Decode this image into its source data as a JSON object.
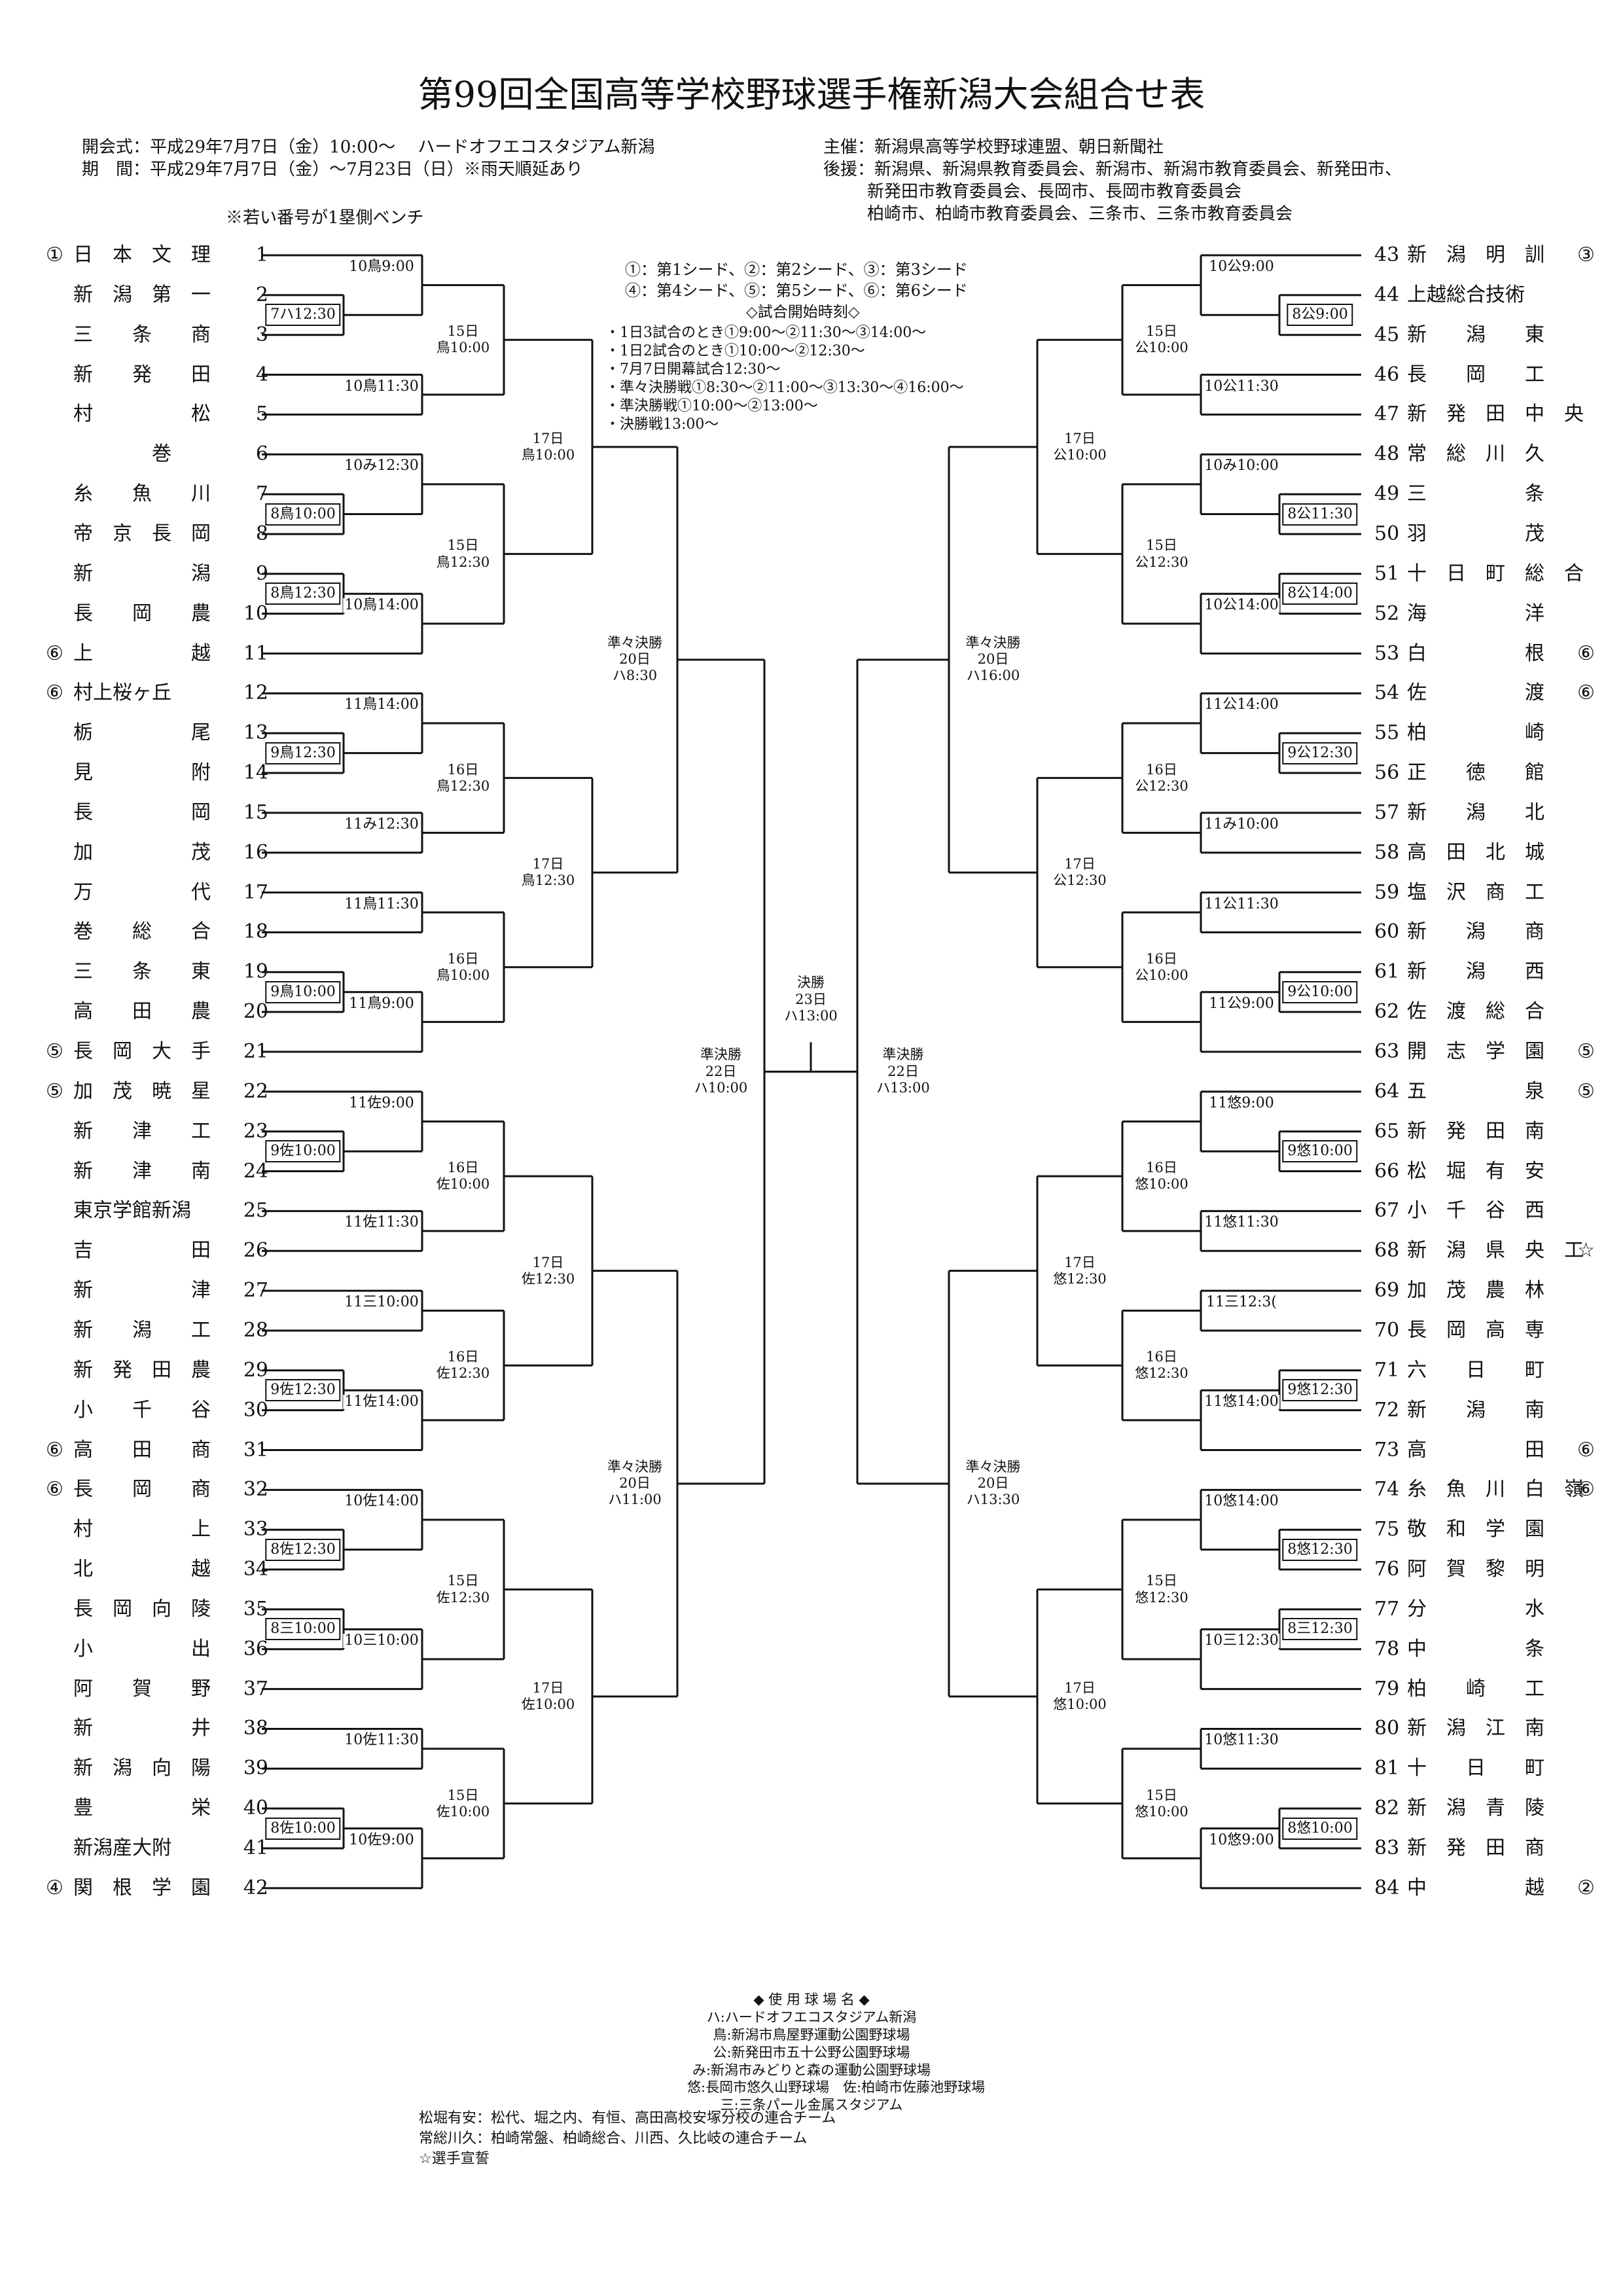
{
  "title": "第99回全国高等学校野球選手権新潟大会組合せ表",
  "header": {
    "opening": "開会式：平成29年7月7日（金）10:00～　 ハードオフエコスタジアム新潟",
    "period": "期　間：平成29年7月7日（金）～7月23日（日）※雨天順延あり",
    "bench_note": "※若い番号が1塁側ベンチ",
    "organizer": "主催：新潟県高等学校野球連盟、朝日新聞社",
    "supporters": [
      "後援：新潟県、新潟県教育委員会、新潟市、新潟市教育委員会、新発田市、",
      "新発田市教育委員会、長岡市、長岡市教育委員会",
      "柏崎市、柏崎市教育委員会、三条市、三条市教育委員会"
    ]
  },
  "seed_notes": [
    "①：第1シード、②：第2シード、③：第3シード",
    "④：第4シード、⑤：第5シード、⑥：第6シード",
    "◇試合開始時刻◇",
    "・1日3試合のとき①9:00～②11:30～③14:00～",
    "・1日2試合のとき①10:00～②12:30～",
    "・7月7日開幕試合12:30～",
    "・準々決勝戦①8:30～②11:00～③13:30～④16:00～",
    "・準決勝戦①10:00～②13:00～",
    "・決勝戦13:00～"
  ],
  "left_teams": [
    {
      "no": "1",
      "seed": "①",
      "name": "日　本　文　理"
    },
    {
      "no": "2",
      "name": "新　潟　第　一"
    },
    {
      "no": "3",
      "name": "三　　条　　商"
    },
    {
      "no": "4",
      "name": "新　　発　　田"
    },
    {
      "no": "5",
      "name": "村　　　　　松"
    },
    {
      "no": "6",
      "name": "　　　　巻"
    },
    {
      "no": "7",
      "name": "糸　　魚　　川"
    },
    {
      "no": "8",
      "name": "帝　京　長　岡"
    },
    {
      "no": "9",
      "name": "新　　　　　潟"
    },
    {
      "no": "10",
      "name": "長　　岡　　農"
    },
    {
      "no": "11",
      "seed": "⑥",
      "name": "上　　　　　越"
    },
    {
      "no": "12",
      "seed": "⑥",
      "name": "村上桜ヶ丘"
    },
    {
      "no": "13",
      "name": "栃　　　　　尾"
    },
    {
      "no": "14",
      "name": "見　　　　　附"
    },
    {
      "no": "15",
      "name": "長　　　　　岡"
    },
    {
      "no": "16",
      "name": "加　　　　　茂"
    },
    {
      "no": "17",
      "name": "万　　　　　代"
    },
    {
      "no": "18",
      "name": "巻　　総　　合"
    },
    {
      "no": "19",
      "name": "三　　条　　東"
    },
    {
      "no": "20",
      "name": "高　　田　　農"
    },
    {
      "no": "21",
      "seed": "⑤",
      "name": "長　岡　大　手"
    },
    {
      "no": "22",
      "seed": "⑤",
      "name": "加　茂　暁　星"
    },
    {
      "no": "23",
      "name": "新　　津　　工"
    },
    {
      "no": "24",
      "name": "新　　津　　南"
    },
    {
      "no": "25",
      "name": "東京学館新潟"
    },
    {
      "no": "26",
      "name": "吉　　　　　田"
    },
    {
      "no": "27",
      "name": "新　　　　　津"
    },
    {
      "no": "28",
      "name": "新　　潟　　工"
    },
    {
      "no": "29",
      "name": "新　発　田　農"
    },
    {
      "no": "30",
      "name": "小　　千　　谷"
    },
    {
      "no": "31",
      "seed": "⑥",
      "name": "高　　田　　商"
    },
    {
      "no": "32",
      "seed": "⑥",
      "name": "長　　岡　　商"
    },
    {
      "no": "33",
      "name": "村　　　　　上"
    },
    {
      "no": "34",
      "name": "北　　　　　越"
    },
    {
      "no": "35",
      "name": "長　岡　向　陵"
    },
    {
      "no": "36",
      "name": "小　　　　　出"
    },
    {
      "no": "37",
      "name": "阿　　賀　　野"
    },
    {
      "no": "38",
      "name": "新　　　　　井"
    },
    {
      "no": "39",
      "name": "新　潟　向　陽"
    },
    {
      "no": "40",
      "name": "豊　　　　　栄"
    },
    {
      "no": "41",
      "name": "新潟産大附"
    },
    {
      "no": "42",
      "seed": "④",
      "name": "関　根　学　園"
    }
  ],
  "right_teams": [
    {
      "no": "43",
      "seed": "③",
      "name": "新　潟　明　訓"
    },
    {
      "no": "44",
      "name": "上越総合技術"
    },
    {
      "no": "45",
      "name": "新　　潟　　東"
    },
    {
      "no": "46",
      "name": "長　　岡　　工"
    },
    {
      "no": "47",
      "name": "新　発　田　中　央"
    },
    {
      "no": "48",
      "name": "常　総　川　久"
    },
    {
      "no": "49",
      "name": "三　　　　　条"
    },
    {
      "no": "50",
      "name": "羽　　　　　茂"
    },
    {
      "no": "51",
      "name": "十　日　町　総　合"
    },
    {
      "no": "52",
      "name": "海　　　　　洋"
    },
    {
      "no": "53",
      "seed": "⑥",
      "name": "白　　　　　根"
    },
    {
      "no": "54",
      "seed": "⑥",
      "name": "佐　　　　　渡"
    },
    {
      "no": "55",
      "name": "柏　　　　　崎"
    },
    {
      "no": "56",
      "name": "正　　徳　　館"
    },
    {
      "no": "57",
      "name": "新　　潟　　北"
    },
    {
      "no": "58",
      "name": "高　田　北　城"
    },
    {
      "no": "59",
      "name": "塩　沢　商　工"
    },
    {
      "no": "60",
      "name": "新　　潟　　商"
    },
    {
      "no": "61",
      "name": "新　　潟　　西"
    },
    {
      "no": "62",
      "name": "佐　渡　総　合"
    },
    {
      "no": "63",
      "seed": "⑤",
      "name": "開　志　学　園"
    },
    {
      "no": "64",
      "seed": "⑤",
      "name": "五　　　　　泉"
    },
    {
      "no": "65",
      "name": "新　発　田　南"
    },
    {
      "no": "66",
      "name": "松　堀　有　安"
    },
    {
      "no": "67",
      "name": "小　千　谷　西"
    },
    {
      "no": "68",
      "seed": "☆",
      "name": "新　潟　県　央　工"
    },
    {
      "no": "69",
      "name": "加　茂　農　林"
    },
    {
      "no": "70",
      "name": "長　岡　高　専"
    },
    {
      "no": "71",
      "name": "六　　日　　町"
    },
    {
      "no": "72",
      "name": "新　　潟　　南"
    },
    {
      "no": "73",
      "seed": "⑥",
      "name": "高　　　　　田"
    },
    {
      "no": "74",
      "seed": "⑥",
      "name": "糸　魚　川　白　嶺"
    },
    {
      "no": "75",
      "name": "敬　和　学　園"
    },
    {
      "no": "76",
      "name": "阿　賀　黎　明"
    },
    {
      "no": "77",
      "name": "分　　　　　水"
    },
    {
      "no": "78",
      "name": "中　　　　　条"
    },
    {
      "no": "79",
      "name": "柏　　崎　　工"
    },
    {
      "no": "80",
      "name": "新　潟　江　南"
    },
    {
      "no": "81",
      "name": "十　　日　　町"
    },
    {
      "no": "82",
      "name": "新　潟　青　陵"
    },
    {
      "no": "83",
      "name": "新　発　田　商"
    },
    {
      "no": "84",
      "seed": "②",
      "name": "中　　　　　越"
    }
  ],
  "left_r1": [
    "10鳥9:00",
    "10鳥11:30",
    "10み12:30",
    "10鳥14:00",
    "11鳥14:00",
    "11み12:30",
    "11鳥11:30",
    "11鳥9:00",
    "11佐9:00",
    "11佐11:30",
    "11三10:00",
    "11佐14:00",
    "10佐14:00",
    "10三10:00",
    "10佐11:30",
    "10佐9:00"
  ],
  "left_pre": [
    "7ハ12:30",
    "8鳥10:00",
    "8鳥12:30",
    "9鳥12:30",
    "9鳥10:00",
    "9佐10:00",
    "9佐12:30",
    "8佐12:30",
    "8三10:00",
    "8佐10:00"
  ],
  "left_r2": [
    "15日\n鳥10:00",
    "15日\n鳥12:30",
    "16日\n鳥12:30",
    "16日\n鳥10:00",
    "16日\n佐10:00",
    "16日\n佐12:30",
    "15日\n佐12:30",
    "15日\n佐10:00"
  ],
  "left_r3": [
    "17日\n鳥10:00",
    "17日\n鳥12:30",
    "17日\n佐12:30",
    "17日\n佐10:00"
  ],
  "left_qf": [
    "準々決勝\n20日\nハ8:30",
    "準々決勝\n20日\nハ11:00"
  ],
  "left_sf": "準決勝\n22日\nハ10:00",
  "final": "決勝\n23日\nハ13:00",
  "right_sf": "準決勝\n22日\nハ13:00",
  "right_qf": [
    "準々決勝\n20日\nハ16:00",
    "準々決勝\n20日\nハ13:30"
  ],
  "right_r3": [
    "17日\n公10:00",
    "17日\n公12:30",
    "17日\n悠12:30",
    "17日\n悠10:00"
  ],
  "right_r2": [
    "15日\n公10:00",
    "15日\n公12:30",
    "16日\n公12:30",
    "16日\n公10:00",
    "16日\n悠10:00",
    "16日\n悠12:30",
    "15日\n悠12:30",
    "15日\n悠10:00"
  ],
  "right_r1": [
    "10公9:00",
    "10公11:30",
    "10み10:00",
    "10公14:00",
    "11公14:00",
    "11み10:00",
    "11公11:30",
    "11公9:00",
    "11悠9:00",
    "11悠11:30",
    "11三12:3(",
    "11悠14:00",
    "10悠14:00",
    "10三12:30",
    "10悠11:30",
    "10悠9:00"
  ],
  "right_pre": [
    "8公9:00",
    "8公11:30",
    "8公14:00",
    "9公12:30",
    "9公10:00",
    "9悠10:00",
    "9悠12:30",
    "8悠12:30",
    "8三12:30",
    "8悠10:00"
  ],
  "venues": "◆ 使 用 球 場 名 ◆\nハ:ハードオフエコスタジアム新潟\n鳥:新潟市鳥屋野運動公園野球場\n公:新発田市五十公野公園野球場\nみ:新潟市みどりと森の運動公園野球場\n悠:長岡市悠久山野球場　佐:柏崎市佐藤池野球場\n三:三条パール金属スタジアム",
  "footnotes": "松堀有安：松代、堀之内、有恒、高田高校安塚分校の連合チーム\n常総川久：柏崎常盤、柏崎総合、川西、久比岐の連合チーム\n☆選手宣誓"
}
